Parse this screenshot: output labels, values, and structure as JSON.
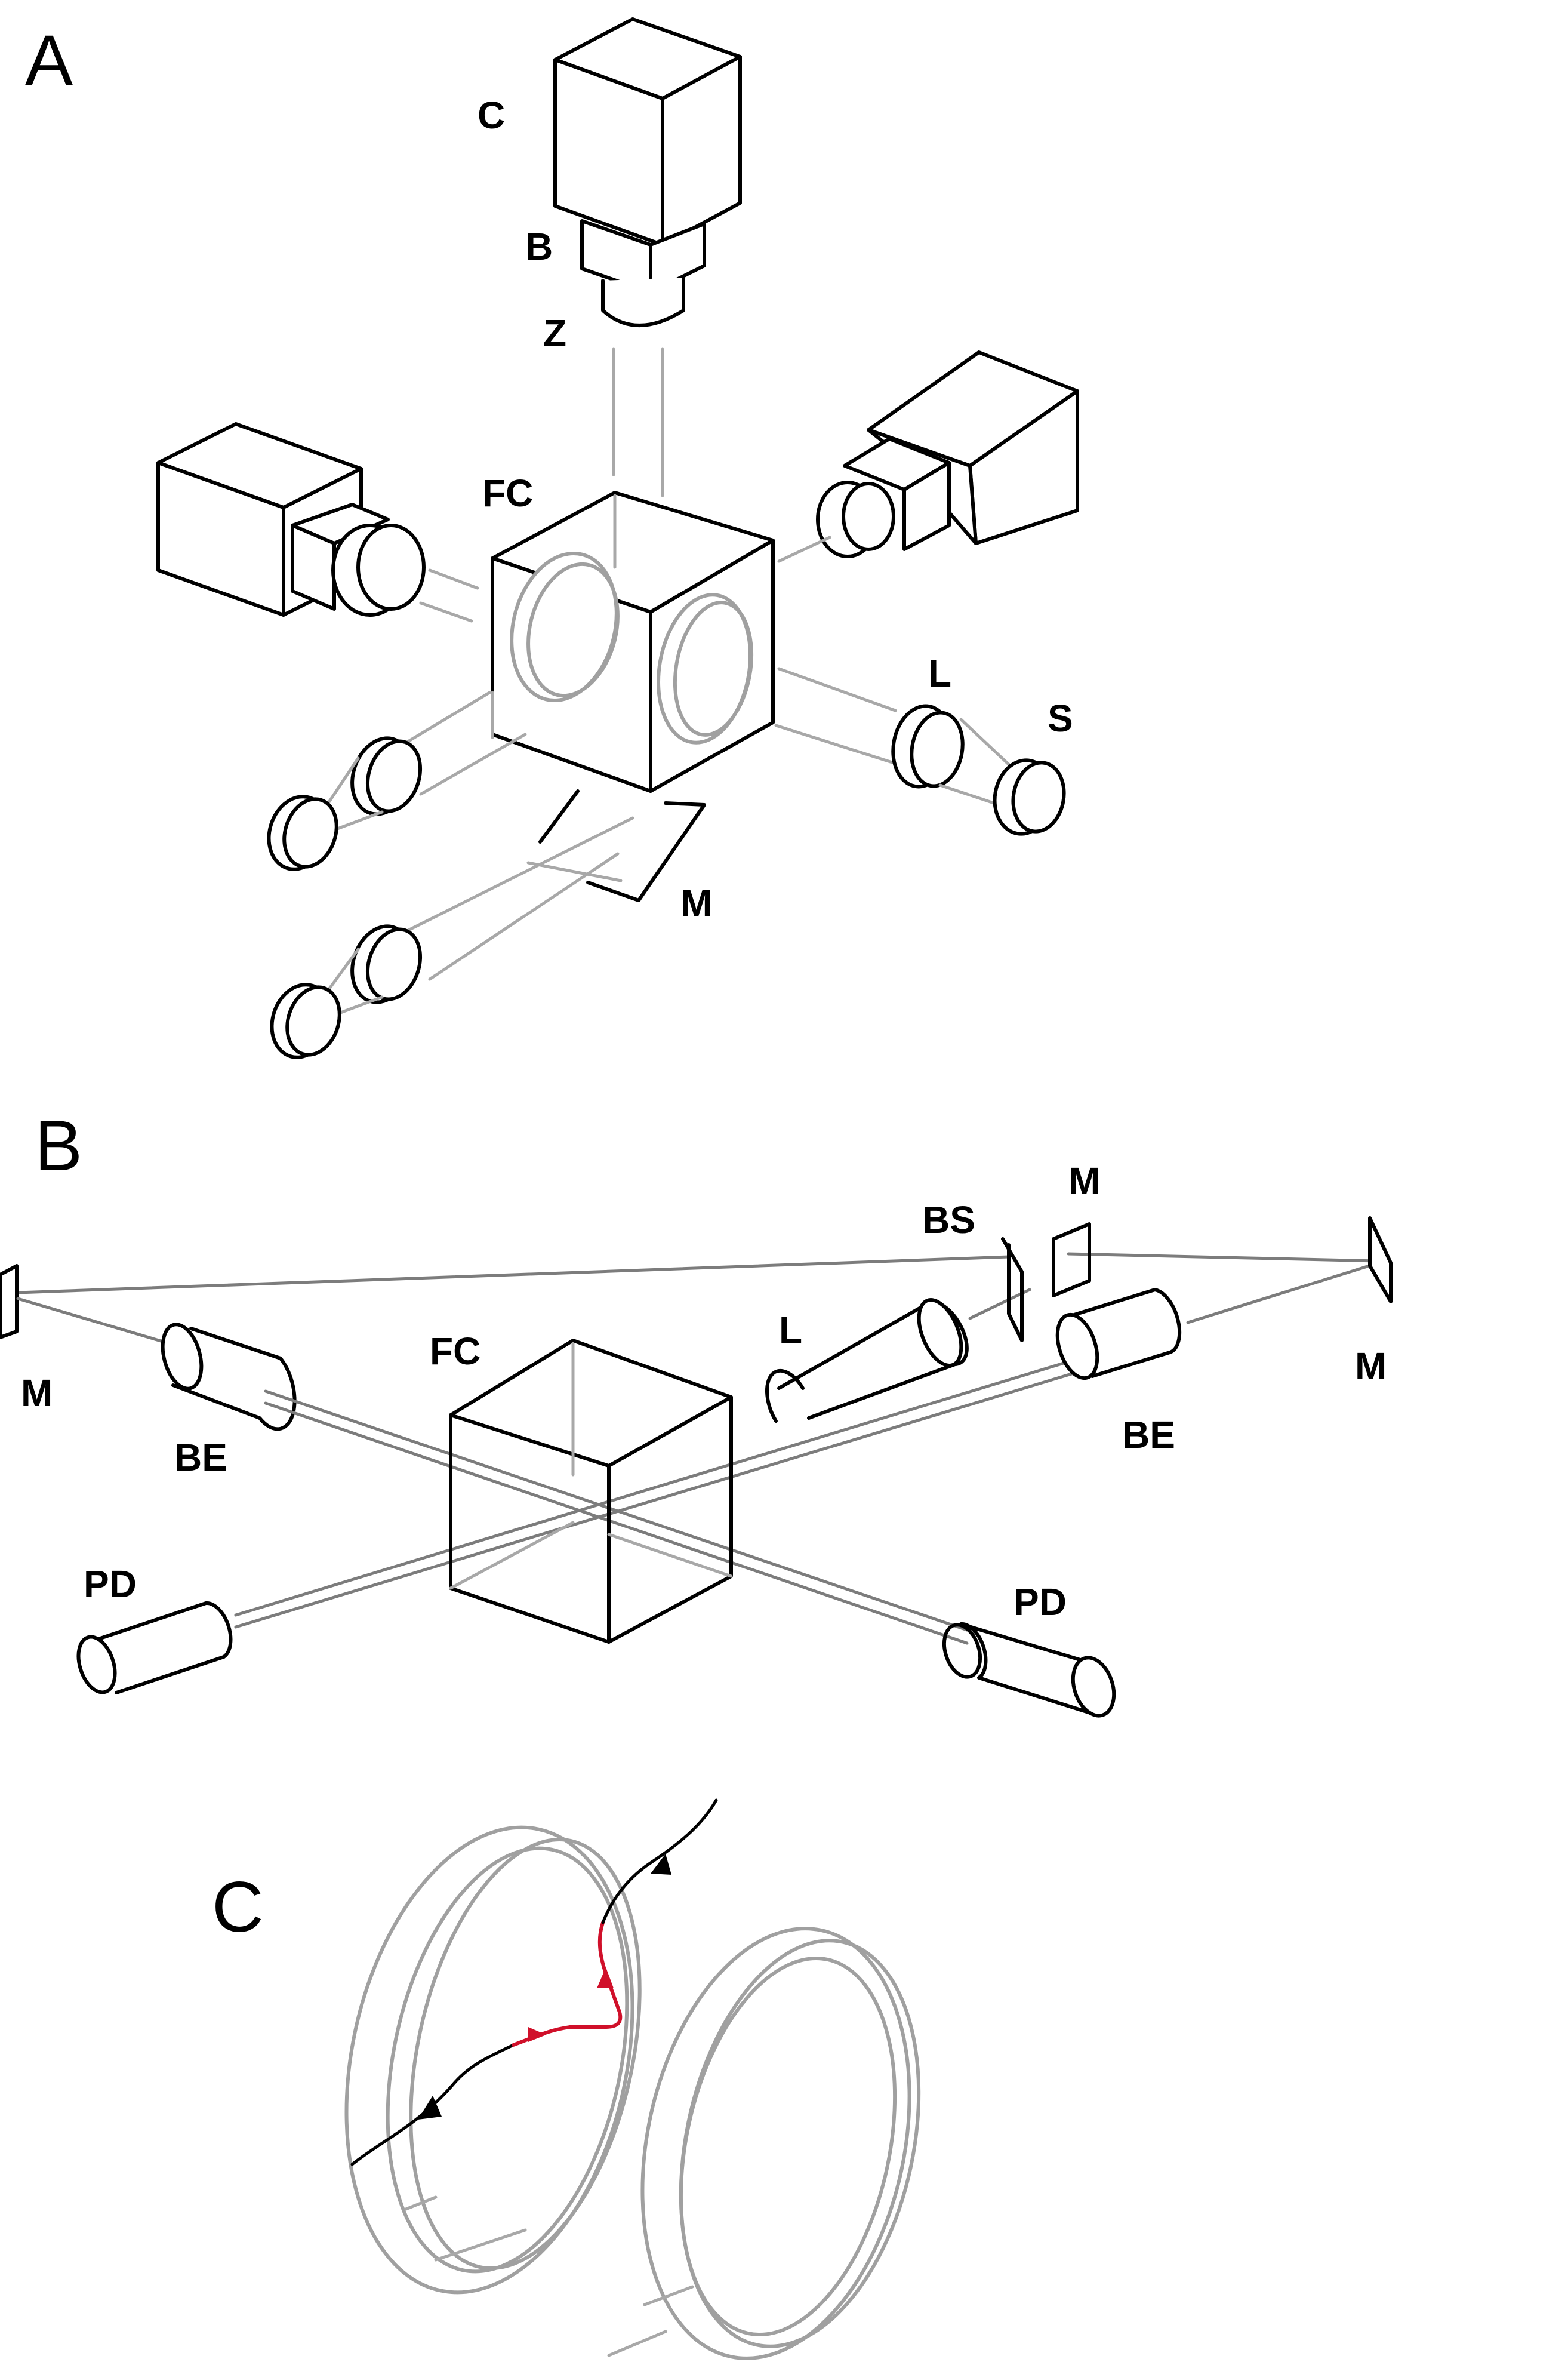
{
  "panels": {
    "a": {
      "letter": "A",
      "labels": {
        "c": "C",
        "b": "B",
        "z": "Z",
        "fc": "FC",
        "l": "L",
        "s": "S",
        "m": "M"
      }
    },
    "b": {
      "letter": "B",
      "labels": {
        "m_left": "M",
        "be_left": "BE",
        "fc": "FC",
        "l": "L",
        "bs": "BS",
        "m_top": "M",
        "m_right": "M",
        "be_right": "BE",
        "pd_left": "PD",
        "pd_right": "PD"
      }
    },
    "c": {
      "letter": "C"
    }
  },
  "colors": {
    "line": "#000000",
    "beam": "#a8a8a8",
    "path_highlight": "#d0102a"
  }
}
